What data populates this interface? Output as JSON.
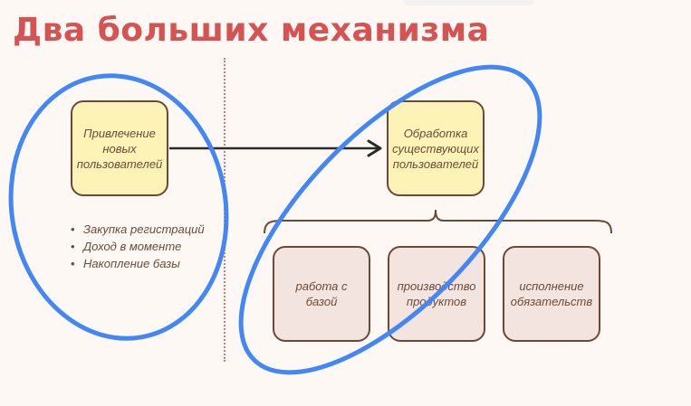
{
  "title": "Два больших механизма",
  "boxes": {
    "acquisition": "Привлечение новых пользователей",
    "processing": "Обработка существующих пользователей",
    "database": "работа с базой",
    "products": "производство продуктов",
    "obligations": "исполнение обязательств"
  },
  "bullets": [
    "Закупка регистраций",
    "Доход в моменте",
    "Накопление базы"
  ],
  "colors": {
    "title": "#d55353",
    "highlight_ellipse": "#4287f5",
    "box_yellow": "#fdf3b6",
    "box_pink": "#f4e4df",
    "box_border": "#6b4a35"
  },
  "icons": {
    "connector": "arrow-right-icon",
    "grouping": "curly-brace-icon"
  }
}
